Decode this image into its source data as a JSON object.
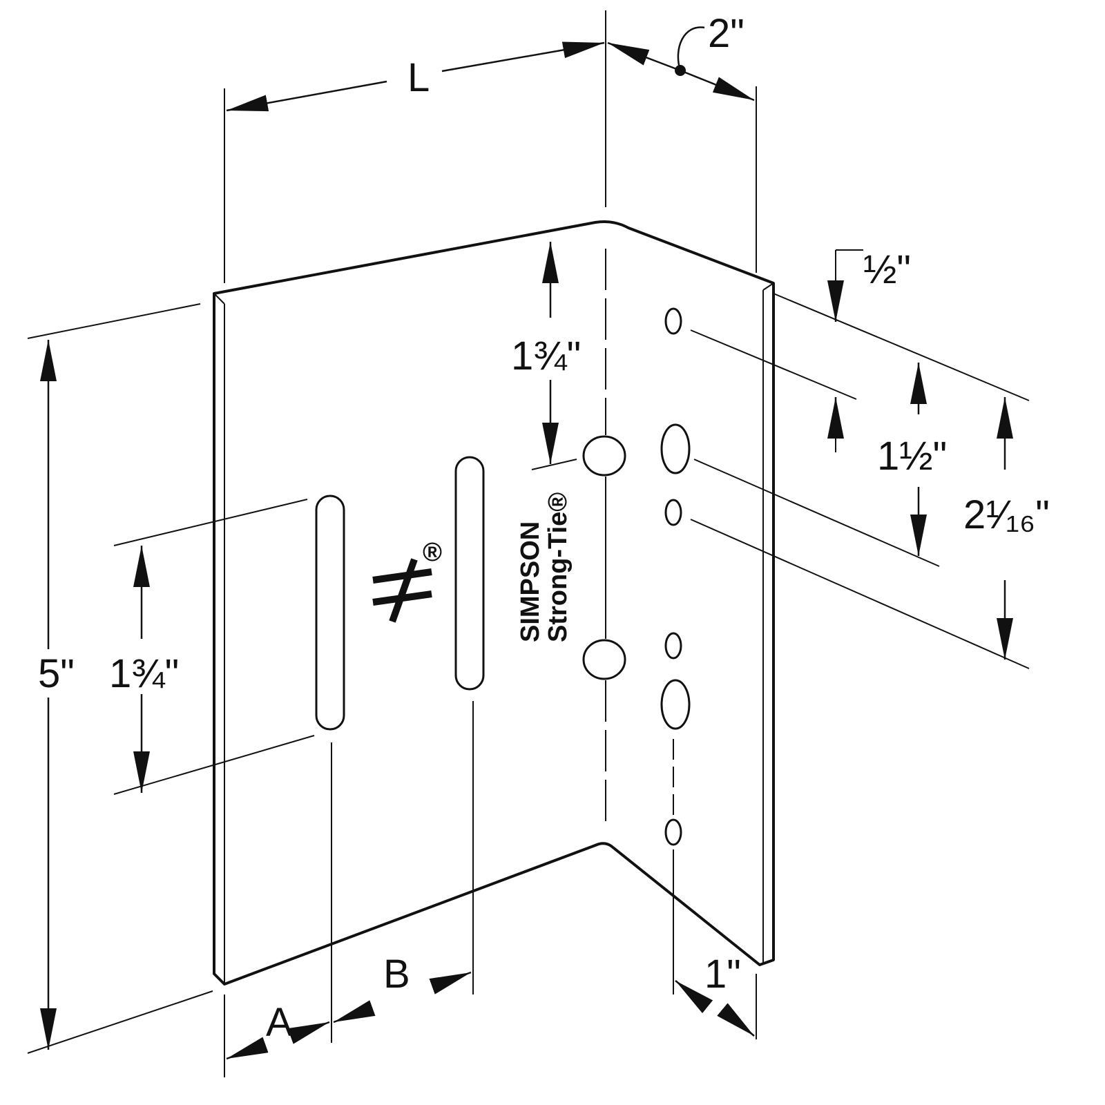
{
  "diagram": {
    "plate_color": "#cfd9e1",
    "labels": {
      "length": "L",
      "leg_width": "2\"",
      "top_hole_offset": "½\"",
      "slot_top_offset": "1¾\"",
      "hole_spacing_small": "1½\"",
      "hole_spacing_large": "2¹⁄₁₆\"",
      "height": "5\"",
      "slot_length": "1¾\"",
      "dim_a": "A",
      "dim_b": "B",
      "hole_edge_offset": "1\""
    },
    "logo": {
      "brand": "SIMPSON",
      "product": "Strong-Tie®",
      "symbol_mark": "®"
    }
  }
}
